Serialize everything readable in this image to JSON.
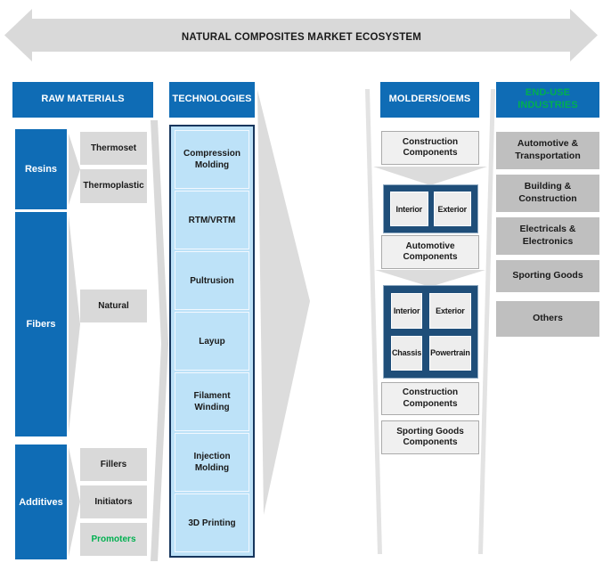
{
  "banner": {
    "title": "NATURAL COMPOSITES MARKET ECOSYSTEM"
  },
  "headers": {
    "raw_materials": "RAW MATERIALS",
    "technologies": "TECHNOLOGIES",
    "molders": "MOLDERS/OEMS",
    "end_use": "END-USE INDUSTRIES"
  },
  "raw_materials": {
    "categories": [
      {
        "label": "Resins"
      },
      {
        "label": "Fibers"
      },
      {
        "label": "Additives"
      }
    ],
    "resins_items": [
      {
        "label": "Thermoset"
      },
      {
        "label": "Thermoplastic"
      }
    ],
    "fibers_items": [
      {
        "label": "Natural"
      }
    ],
    "additives_items": [
      {
        "label": "Fillers"
      },
      {
        "label": "Initiators"
      },
      {
        "label": "Promoters",
        "highlight": "green"
      }
    ]
  },
  "technologies": {
    "items": [
      {
        "label": "Compression Molding"
      },
      {
        "label": "RTM/VRTM"
      },
      {
        "label": "Pultrusion"
      },
      {
        "label": "Layup"
      },
      {
        "label": "Filament Winding"
      },
      {
        "label": "Injection Molding"
      },
      {
        "label": "3D Printing"
      }
    ]
  },
  "molders": {
    "construction_top": "Construction Components",
    "automotive_pair": [
      {
        "label": "Interior"
      },
      {
        "label": "Exterior"
      }
    ],
    "automotive_label": "Automotive Components",
    "automotive_quad": [
      {
        "label": "Interior"
      },
      {
        "label": "Exterior"
      },
      {
        "label": "Chassis"
      },
      {
        "label": "Powertrain"
      }
    ],
    "construction_bottom": "Construction Components",
    "sporting_goods": "Sporting Goods Components"
  },
  "end_use": {
    "items": [
      {
        "label": "Automotive & Transportation"
      },
      {
        "label": "Building & Construction"
      },
      {
        "label": "Electricals & Electronics"
      },
      {
        "label": "Sporting Goods",
        "highlight": "green"
      },
      {
        "label": "Others"
      }
    ]
  },
  "colors": {
    "header_blue": "#0F6CB5",
    "navy": "#1F4E79",
    "tech_border_navy": "#17365D",
    "light_blue": "#BDE2F8",
    "green_accent": "#00B050",
    "gray_light": "#D9D9D9",
    "gray_mid": "#BFBFBF",
    "arrow_gray": "#DCDCDC"
  }
}
